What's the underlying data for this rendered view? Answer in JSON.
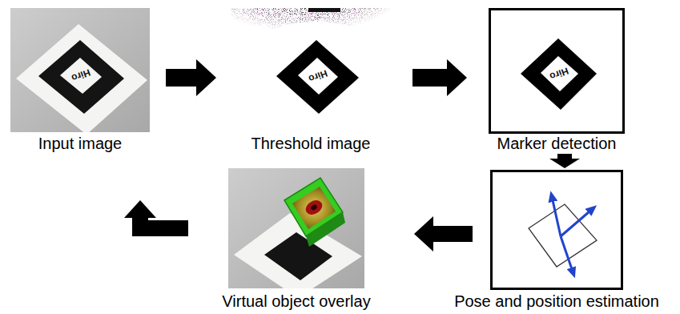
{
  "diagram": {
    "nodes": [
      {
        "text": [
          "Input image"
        ]
      },
      {
        "text": [
          "Threshold image"
        ]
      },
      {
        "text": [
          "Marker detection"
        ]
      },
      {
        "text": [
          "Pose and position estimation"
        ]
      },
      {
        "text": [
          "Virtual object overlay"
        ]
      }
    ],
    "edges": [
      {
        "from": 0,
        "to": 1,
        "arrow": "to"
      },
      {
        "from": 1,
        "to": 2,
        "arrow": "to"
      },
      {
        "from": 2,
        "to": 3,
        "arrow": "to"
      },
      {
        "from": 3,
        "to": 4,
        "arrow": "to"
      },
      {
        "from": 4,
        "to": 0,
        "arrow": "to"
      }
    ],
    "labels": [
      "Hiro",
      "Hiro",
      "Hiro"
    ]
  }
}
